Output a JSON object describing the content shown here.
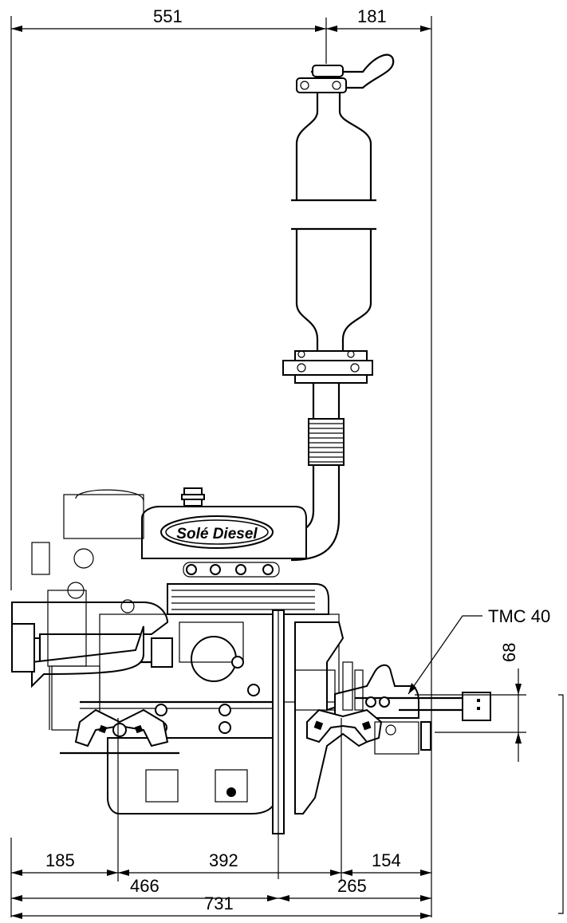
{
  "brand": "Solé Diesel",
  "model_label": "TMC 40",
  "dimensions": {
    "top_left": "551",
    "top_right": "181",
    "offset_right": "68",
    "bottom_row1_a": "185",
    "bottom_row1_b": "392",
    "bottom_row1_c": "154",
    "bottom_row2_a": "466",
    "bottom_row2_b": "265",
    "bottom_total": "731"
  }
}
